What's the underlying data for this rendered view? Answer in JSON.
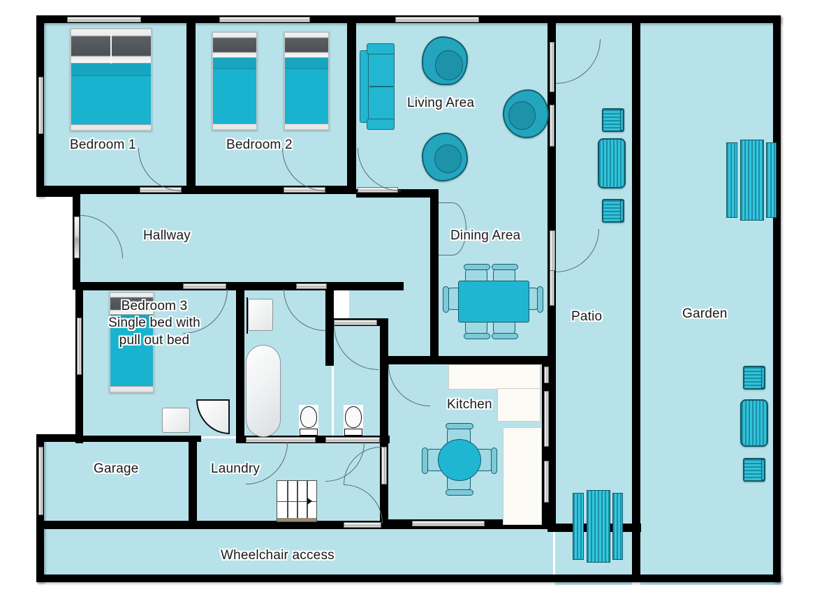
{
  "plan": {
    "title": "Accessible single-storey house floor plan",
    "colors": {
      "floor": "#b7e2ea",
      "wall": "#000000",
      "furniture_teal": "#1fb6d2",
      "furniture_dark_teal": "#14606f",
      "counter": "#fcfbf6",
      "window": "#d8d8d8",
      "label_text": "#1a1a1a",
      "label_halo": "#ffffff"
    },
    "rooms": [
      {
        "id": "bedroom1",
        "label": "Bedroom 1"
      },
      {
        "id": "bedroom2",
        "label": "Bedroom 2"
      },
      {
        "id": "living",
        "label": "Living Area"
      },
      {
        "id": "hallway",
        "label": "Hallway"
      },
      {
        "id": "dining",
        "label": "Dining Area"
      },
      {
        "id": "patio",
        "label": "Patio"
      },
      {
        "id": "garden",
        "label": "Garden"
      },
      {
        "id": "bedroom3",
        "label": "Bedroom 3\nSingle bed with\npull out bed"
      },
      {
        "id": "kitchen",
        "label": "Kitchen"
      },
      {
        "id": "garage",
        "label": "Garage"
      },
      {
        "id": "laundry",
        "label": "Laundry"
      },
      {
        "id": "wheelchair",
        "label": "Wheelchair access"
      }
    ],
    "labels": {
      "bedroom1": "Bedroom 1",
      "bedroom2": "Bedroom 2",
      "living": "Living Area",
      "hallway": "Hallway",
      "dining": "Dining Area",
      "patio": "Patio",
      "garden": "Garden",
      "bedroom3": "Bedroom 3\nSingle bed with\npull out bed",
      "kitchen": "Kitchen",
      "garage": "Garage",
      "laundry": "Laundry",
      "wheelchair": "Wheelchair access"
    },
    "furniture": [
      {
        "room": "bedroom1",
        "item": "double-bed",
        "count": 1
      },
      {
        "room": "bedroom2",
        "item": "single-bed",
        "count": 2
      },
      {
        "room": "bedroom3",
        "item": "single-bed",
        "count": 1
      },
      {
        "room": "living",
        "item": "sofa",
        "count": 1
      },
      {
        "room": "living",
        "item": "armchair",
        "count": 3
      },
      {
        "room": "dining",
        "item": "dining-table",
        "count": 1
      },
      {
        "room": "dining",
        "item": "dining-chair",
        "count": 6
      },
      {
        "room": "kitchen",
        "item": "round-table",
        "count": 1
      },
      {
        "room": "kitchen",
        "item": "dining-chair",
        "count": 4
      },
      {
        "room": "kitchen",
        "item": "counter",
        "count": 3
      },
      {
        "room": "patio",
        "item": "sun-lounger",
        "count": 1
      },
      {
        "room": "patio",
        "item": "patio-chair",
        "count": 2
      },
      {
        "room": "patio",
        "item": "garden-table-set",
        "count": 1
      },
      {
        "room": "garden",
        "item": "garden-table-set",
        "count": 1
      },
      {
        "room": "garden",
        "item": "sun-lounger",
        "count": 1
      },
      {
        "room": "garden",
        "item": "patio-chair",
        "count": 2
      },
      {
        "room": "bathroom",
        "item": "bathtub",
        "count": 1
      },
      {
        "room": "bathroom",
        "item": "wash-basin",
        "count": 3
      },
      {
        "room": "bathroom",
        "item": "corner-shower",
        "count": 1
      },
      {
        "room": "bathroom",
        "item": "toilet",
        "count": 2
      },
      {
        "room": "laundry",
        "item": "stairs",
        "count": 1
      }
    ]
  }
}
